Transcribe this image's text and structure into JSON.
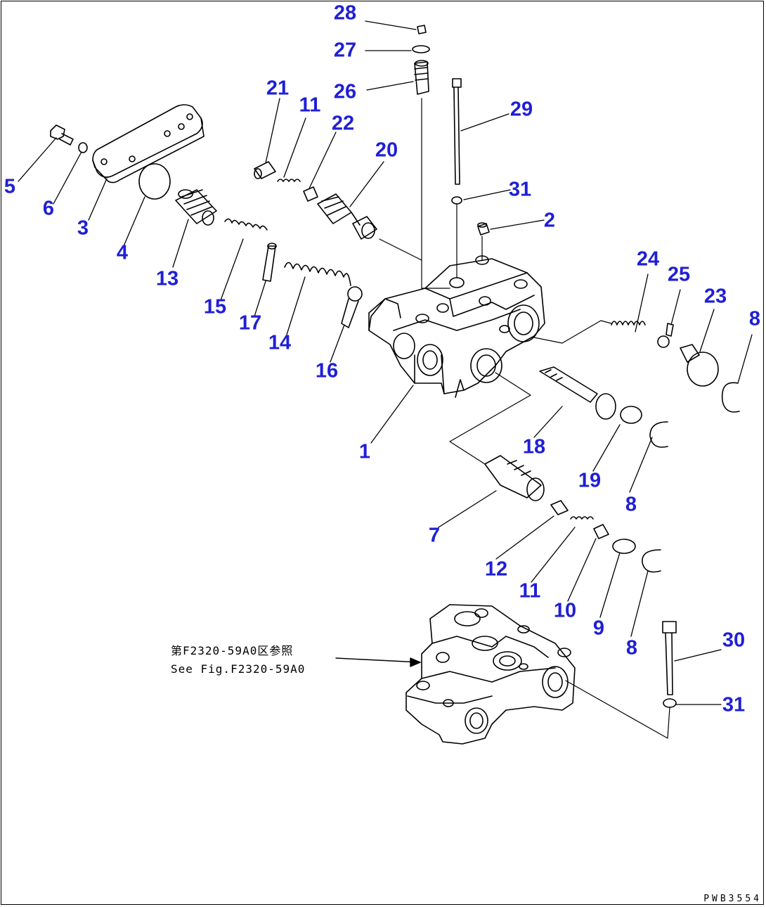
{
  "callouts": [
    "28",
    "27",
    "26",
    "21",
    "11",
    "22",
    "20",
    "29",
    "5",
    "6",
    "3",
    "4",
    "13",
    "15",
    "17",
    "14",
    "16",
    "31",
    "2",
    "24",
    "25",
    "23",
    "8",
    "1",
    "18",
    "19",
    "8",
    "7",
    "12",
    "11",
    "10",
    "9",
    "8",
    "30",
    "31"
  ],
  "reference_note": {
    "japanese": "第F2320-59A0区参照",
    "english": "See Fig.F2320-59A0"
  },
  "drawing_code": "PWB3554",
  "colors": {
    "callout": "#1f1fd6",
    "line": "#000000",
    "background": "#ffffff"
  }
}
